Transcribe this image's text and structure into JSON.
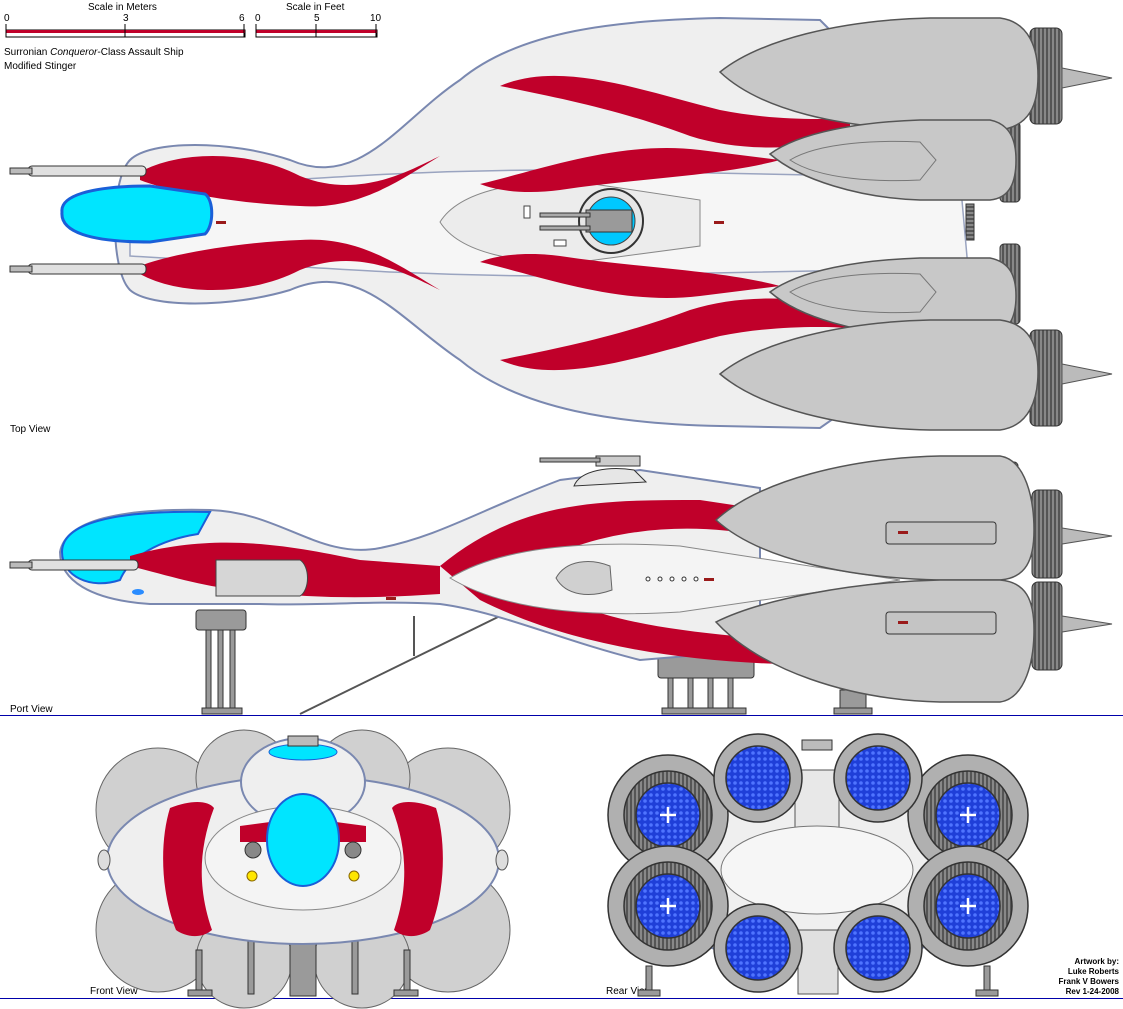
{
  "scale_meters": {
    "label": "Scale in Meters",
    "ticks": [
      "0",
      "3",
      "6"
    ]
  },
  "scale_feet": {
    "label": "Scale in Feet",
    "ticks": [
      "0",
      "5",
      "10"
    ]
  },
  "title": {
    "prefix": "Surronian ",
    "class_name": "Conqueror",
    "suffix": "-Class Assault Ship",
    "subtitle": "Modified Stinger"
  },
  "views": {
    "top": "Top View",
    "port": "Port View",
    "front": "Front View",
    "rear": "Rear View"
  },
  "credits": {
    "heading": "Artwork by:",
    "artist1": "Luke Roberts",
    "artist2": "Frank V Bowers",
    "revision": "Rev 1-24-2008"
  },
  "colors": {
    "hull": "#eeeeee",
    "hull_shade": "#c8d0e0",
    "stripe": "#c0002a",
    "canopy": "#00e5ff",
    "engine": "#c8c8c8",
    "engine_dark": "#4a4a4a",
    "thruster_glow": "#2a4adf",
    "groundline": "#0000aa"
  }
}
